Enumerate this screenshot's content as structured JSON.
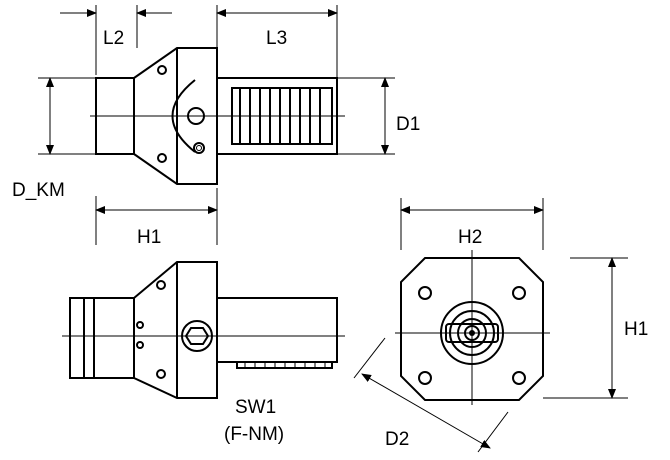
{
  "labels": {
    "l2": "L2",
    "l3": "L3",
    "d1": "D1",
    "d_km": "D_KM",
    "h1_top": "H1",
    "h2": "H2",
    "h1_right": "H1",
    "sw1": "SW1",
    "f_nm": "(F-NM)",
    "d2": "D2"
  }
}
